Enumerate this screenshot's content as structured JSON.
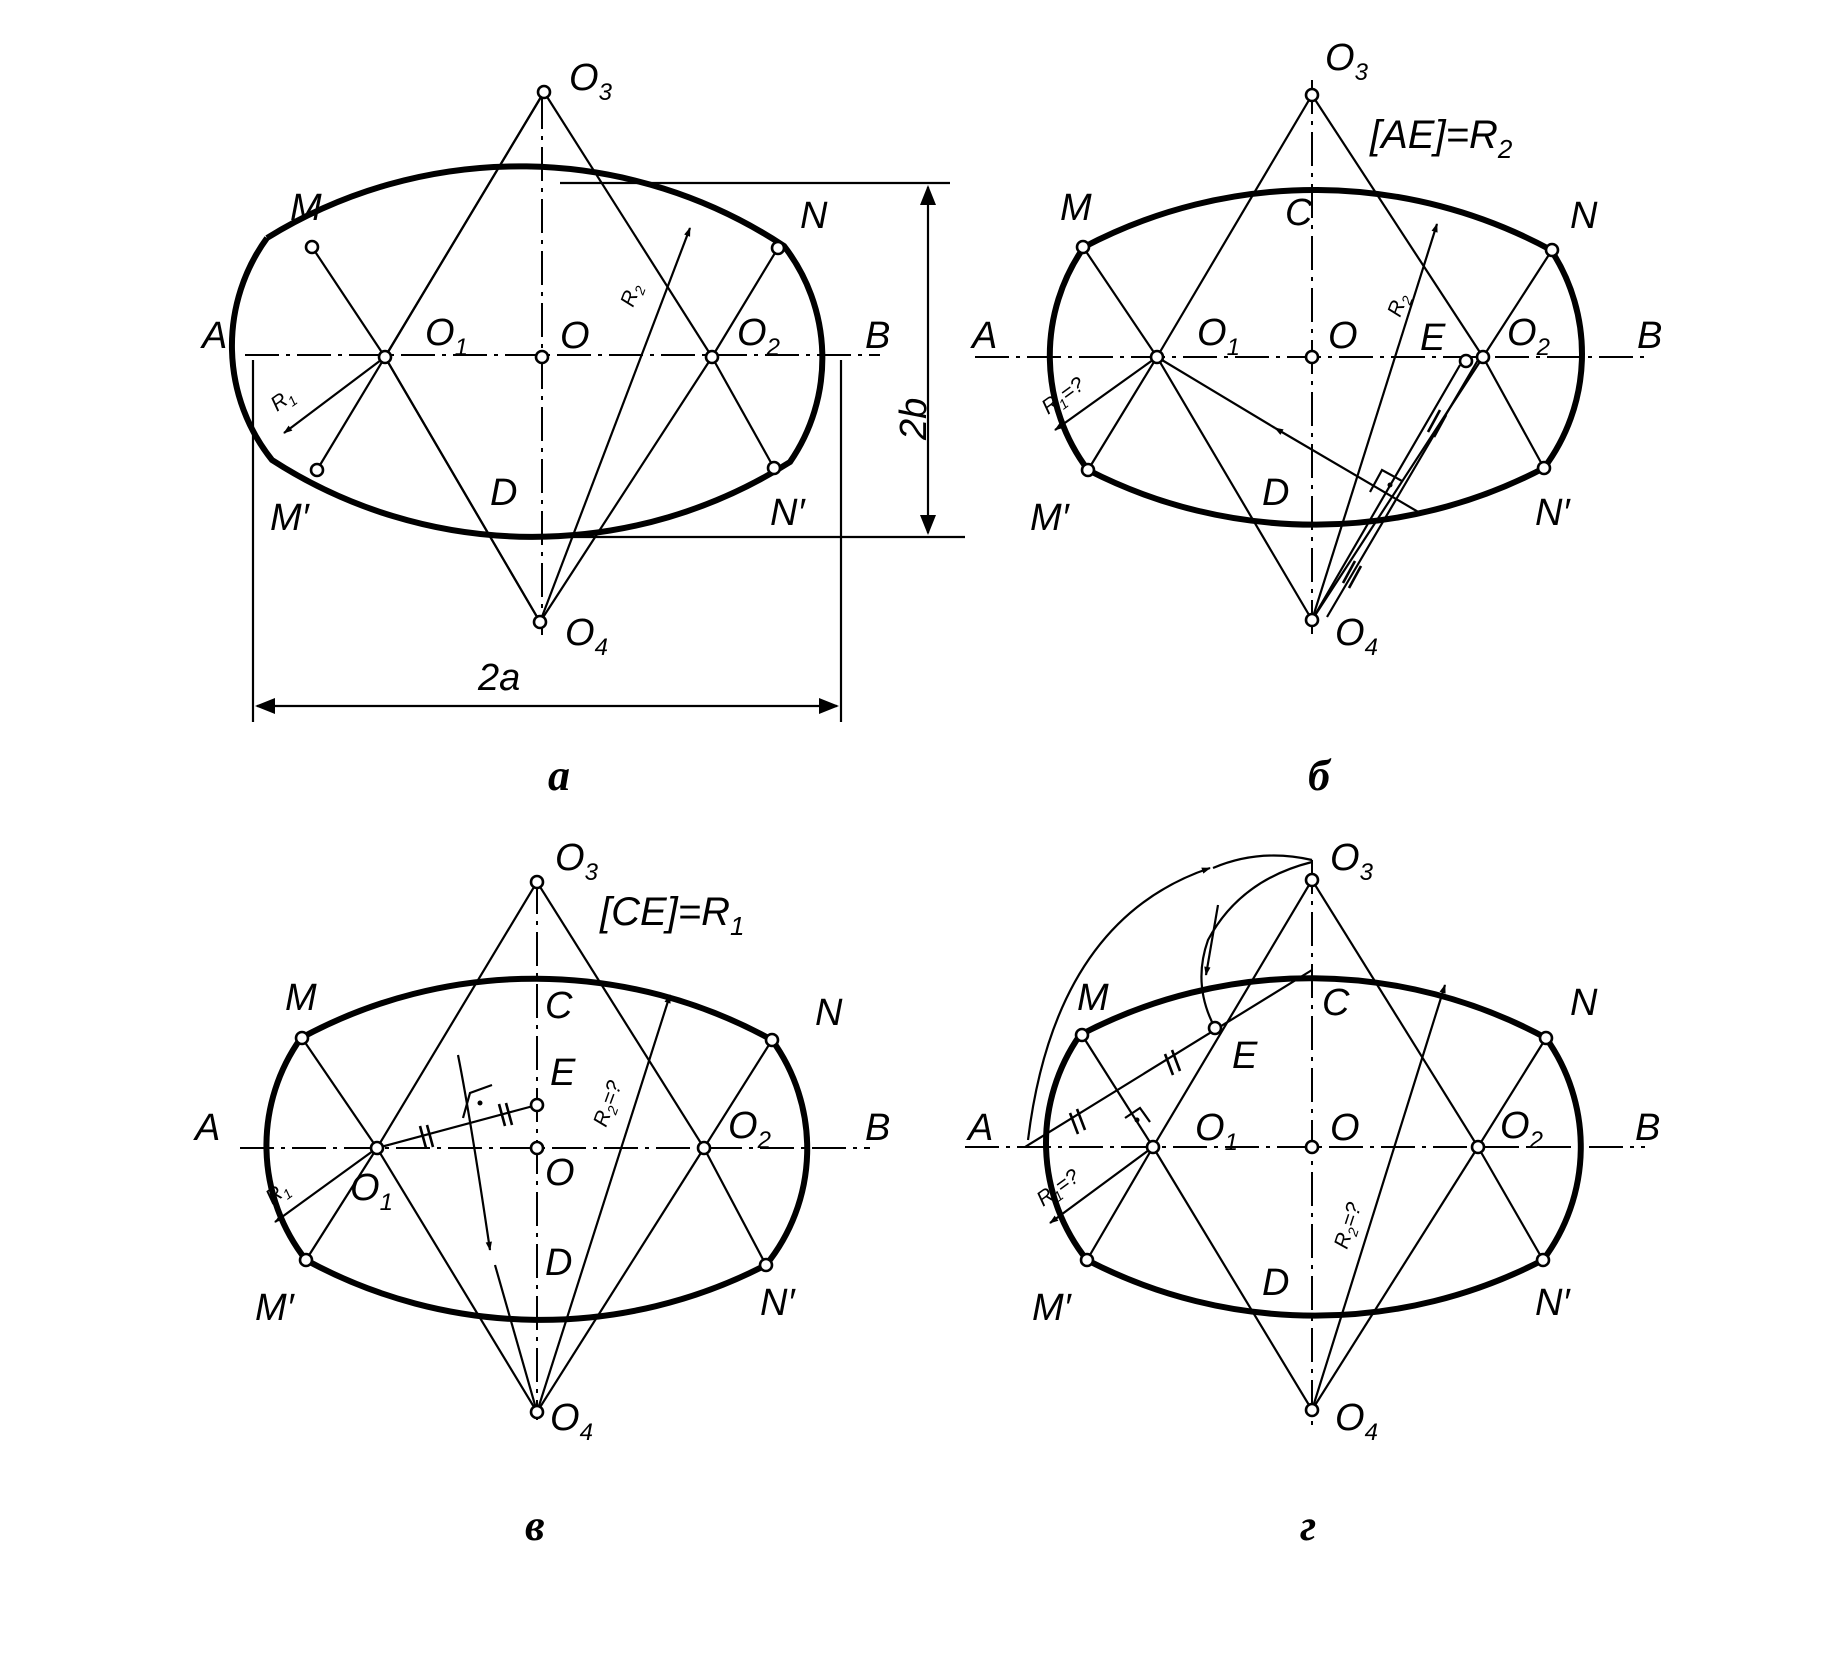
{
  "figures": [
    {
      "caption": "а",
      "points": {
        "O3": "O",
        "O1": "O",
        "O2": "O",
        "O4": "O",
        "O": "O",
        "A": "A",
        "B": "B",
        "D": "D",
        "M": "M",
        "N": "N",
        "M2": "M′",
        "N2": "N′"
      },
      "subs": {
        "O3": "3",
        "O1": "1",
        "O2": "2",
        "O4": "4"
      },
      "radius1": "R",
      "radius1_sub": "1",
      "radius2": "R",
      "radius2_sub": "2",
      "dim_a": "2a",
      "dim_b": "2b"
    },
    {
      "caption": "б",
      "equation": "[AE]=R",
      "equation_sub": "2",
      "points": {
        "O3": "O",
        "O1": "O",
        "O2": "O",
        "O4": "O",
        "O": "O",
        "A": "A",
        "B": "B",
        "C": "C",
        "D": "D",
        "E": "E",
        "M": "M",
        "N": "N",
        "M2": "M′",
        "N2": "N′"
      },
      "subs": {
        "O3": "3",
        "O1": "1",
        "O2": "2",
        "O4": "4"
      },
      "radius1": "R",
      "radius1_sub": "1",
      "radius1_tail": "=?",
      "radius2": "R",
      "radius2_sub": "2"
    },
    {
      "caption": "в",
      "equation": "[CE]=R",
      "equation_sub": "1",
      "points": {
        "O3": "O",
        "O1": "O",
        "O2": "O",
        "O4": "O",
        "O": "O",
        "A": "A",
        "B": "B",
        "C": "C",
        "D": "D",
        "E": "E",
        "M": "M",
        "N": "N",
        "M2": "M′",
        "N2": "N′"
      },
      "subs": {
        "O3": "3",
        "O1": "1",
        "O2": "2",
        "O4": "4"
      },
      "radius1": "R",
      "radius1_sub": "1",
      "radius2": "R",
      "radius2_sub": "2",
      "radius2_tail": "=?"
    },
    {
      "caption": "г",
      "points": {
        "O3": "O",
        "O1": "O",
        "O2": "O",
        "O4": "O",
        "O": "O",
        "A": "A",
        "B": "B",
        "C": "C",
        "D": "D",
        "E": "E",
        "M": "M",
        "N": "N",
        "M2": "M′",
        "N2": "N′"
      },
      "subs": {
        "O3": "3",
        "O1": "1",
        "O2": "2",
        "O4": "4"
      },
      "radius1": "R",
      "radius1_sub": "1",
      "radius1_tail": "=?",
      "radius2": "R",
      "radius2_sub": "2",
      "radius2_tail": "=?"
    }
  ]
}
